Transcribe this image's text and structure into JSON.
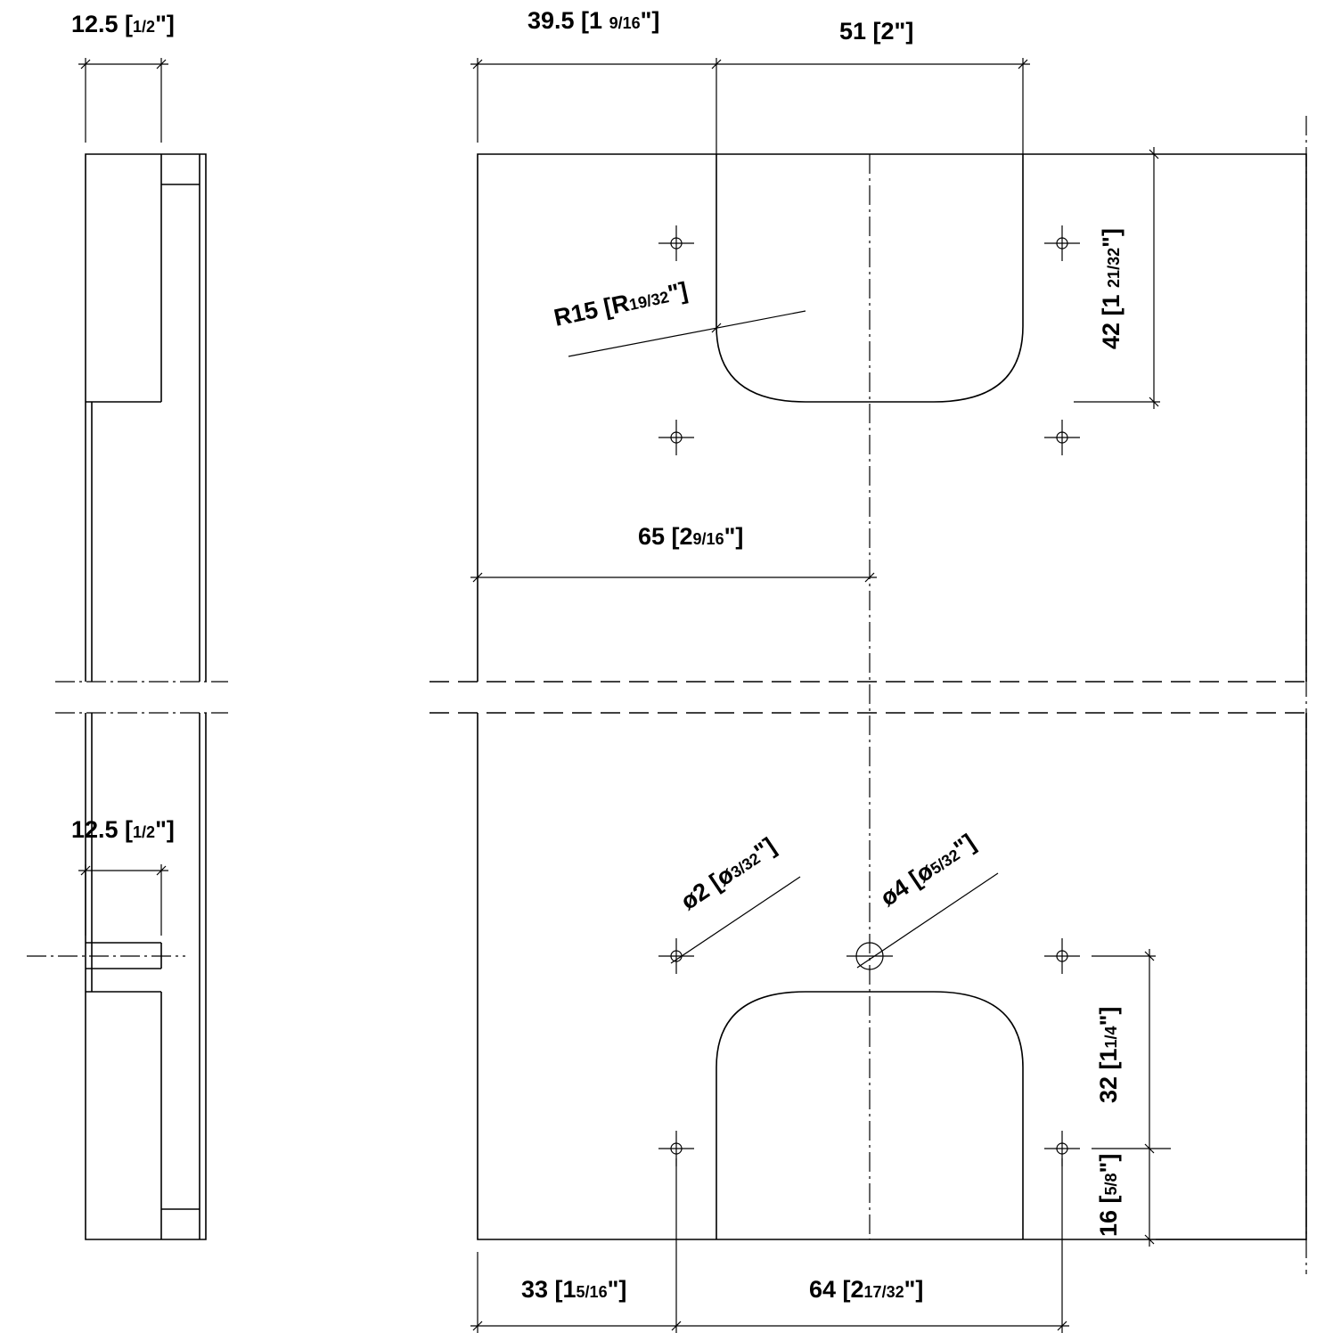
{
  "dimensions": {
    "top_side_width": {
      "value": "12.5 [",
      "frac": "1/2",
      "close": "\"]"
    },
    "left_offset": {
      "value": "39.5 [1 ",
      "frac": "9/16",
      "close": "\"]"
    },
    "slot_width": {
      "value": "51 [2\"]"
    },
    "corner_radius": {
      "value": "R15 [R",
      "frac": "19/32",
      "close": "\"]"
    },
    "slot_depth": {
      "value": "42 [1 ",
      "frac": "21/32",
      "close": "\"]"
    },
    "center_offset": {
      "value": "65 [2",
      "frac": "9/16",
      "close": "\"]"
    },
    "bottom_side_width": {
      "value": "12.5 [",
      "frac": "1/2",
      "close": "\"]"
    },
    "small_hole": {
      "value": "ø2 [ø",
      "frac": "3/32",
      "close": "\"]"
    },
    "large_hole": {
      "value": "ø4 [ø",
      "frac": "5/32",
      "close": "\"]"
    },
    "hole_spacing_v": {
      "value": "32 [1",
      "frac": "1/4",
      "close": "\"]"
    },
    "hole_offset_v": {
      "value": "16 [",
      "frac": "5/8",
      "close": "\"]"
    },
    "hole_offset_h": {
      "value": "33 [1",
      "frac": "5/16",
      "close": "\"]"
    },
    "hole_spacing_h": {
      "value": "64 [2",
      "frac": "17/32",
      "close": "\"]"
    }
  }
}
